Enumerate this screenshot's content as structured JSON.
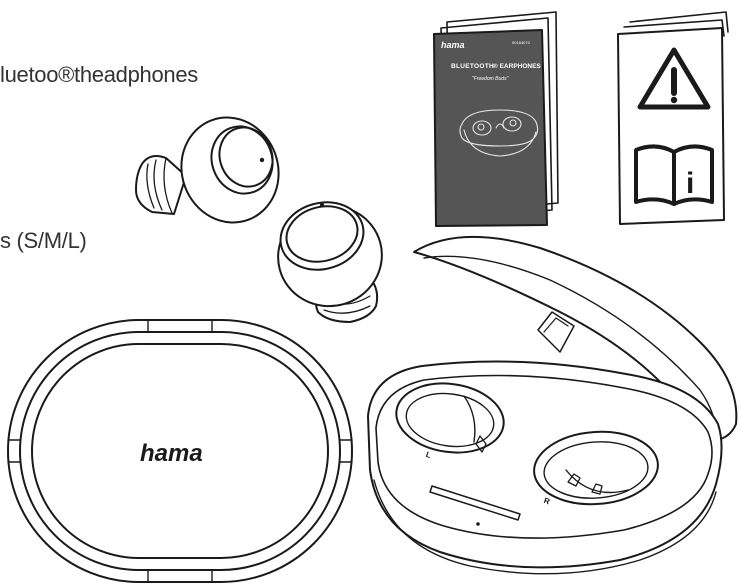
{
  "labels": {
    "headphones": "luetoo®theadphones",
    "ear_tips": "s  (S/M/L)"
  },
  "manual": {
    "brand": "hama",
    "code": "00184070",
    "title_a": "BLUETOOTH",
    "title_b": "® EARPHONES",
    "subtitle": "\"Freedom Buds\""
  },
  "case": {
    "lid_brand": "hama",
    "left_mark": "L",
    "right_mark": "R"
  },
  "colors": {
    "ink": "#1a1a1a",
    "manual_bg": "#555555",
    "manual_text": "#ffffff"
  }
}
